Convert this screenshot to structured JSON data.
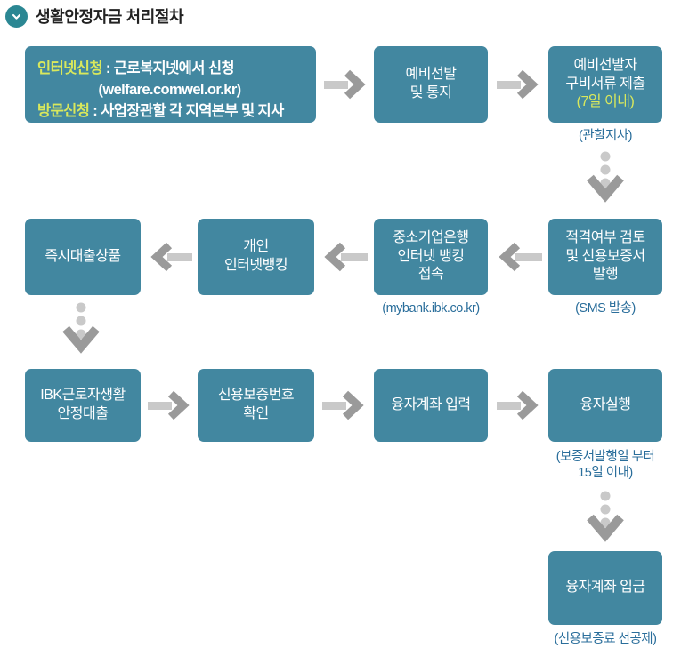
{
  "header": {
    "title": "생활안정자금 처리절차",
    "bullet_icon": "chevron-down-icon",
    "bullet_color": "#2b8793"
  },
  "theme": {
    "node_fill": "#4287a0",
    "node_text": "#ffffff",
    "highlight_text": "#d9e85c",
    "annotation_text": "#2a6e9b",
    "arrow_shaft": "#c9c9c9",
    "arrow_head": "#9a9a9a",
    "dot_color": "#c9c9c9",
    "background": "#ffffff"
  },
  "flow": {
    "row1": {
      "intake": {
        "line1_label": "인터넷신청",
        "line1_sep": " : ",
        "line1_value": "근로복지넷에서 신청",
        "line2_value": "(welfare.comwel.or.kr)",
        "line3_label": "방문신청",
        "line3_sep": " : ",
        "line3_value": "사업장관할 각 지역본부 및 지사"
      },
      "node2": "예비선발\n및 통지",
      "node3_line1": "예비선발자",
      "node3_line2": "구비서류 제출",
      "node3_line3": "(7일 이내)",
      "node3_annotation": "(관할지사)"
    },
    "row2": {
      "node1": "즉시대출상품",
      "node2": "개인\n인터넷뱅킹",
      "node3": "중소기업은행\n인터넷 뱅킹\n접속",
      "node3_annotation": "(mybank.ibk.co.kr)",
      "node4": "적격여부 검토\n및 신용보증서\n발행",
      "node4_annotation": "(SMS 발송)"
    },
    "row3": {
      "node1": "IBK근로자생활\n안정대출",
      "node2": "신용보증번호\n확인",
      "node3": "융자계좌 입력",
      "node4": "융자실행",
      "node4_annotation": "(보증서발행일 부터\n15일 이내)"
    },
    "row4": {
      "node1": "융자계좌 입금",
      "node1_annotation": "(신용보증료 선공제)"
    }
  },
  "arrows": {
    "right_arrow_icon": "arrow-right-icon",
    "left_arrow_icon": "arrow-left-icon",
    "dotted_down_arrow_icon": "dotted-arrow-down-icon"
  }
}
